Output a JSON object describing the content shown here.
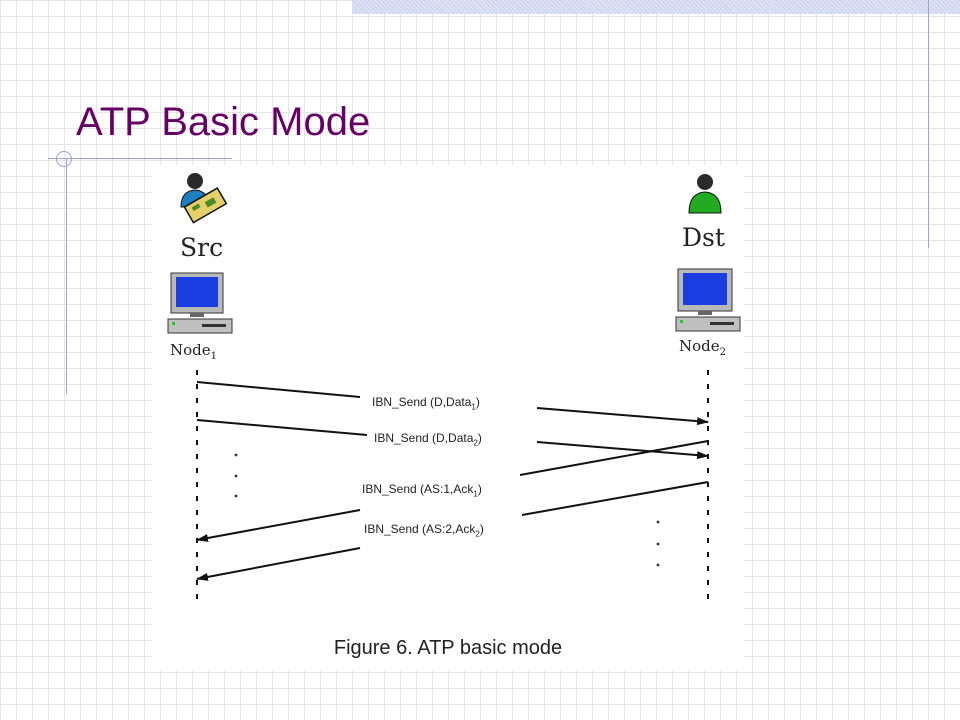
{
  "slide": {
    "title": "ATP Basic Mode"
  },
  "figure": {
    "src": {
      "name": "Src",
      "node_label": "Node",
      "node_sub": "1"
    },
    "dst": {
      "name": "Dst",
      "node_label": "Node",
      "node_sub": "2"
    },
    "messages": [
      {
        "label": "IBN_Send (D,Data",
        "sub": "1",
        "tail": ")",
        "direction": "src-to-dst"
      },
      {
        "label": "IBN_Send (D,Data",
        "sub": "2",
        "tail": ")",
        "direction": "src-to-dst"
      },
      {
        "label": "IBN_Send (AS:1,Ack",
        "sub": "1",
        "tail": ")",
        "direction": "dst-to-src"
      },
      {
        "label": "IBN_Send (AS:2,Ack",
        "sub": "2",
        "tail": ")",
        "direction": "dst-to-src"
      }
    ],
    "caption": "Figure 6. ATP basic mode"
  },
  "colors": {
    "title": "#660066",
    "src_user": "#1c7fbf",
    "dst_user": "#22aa22",
    "monitor": "#1a3de0"
  }
}
